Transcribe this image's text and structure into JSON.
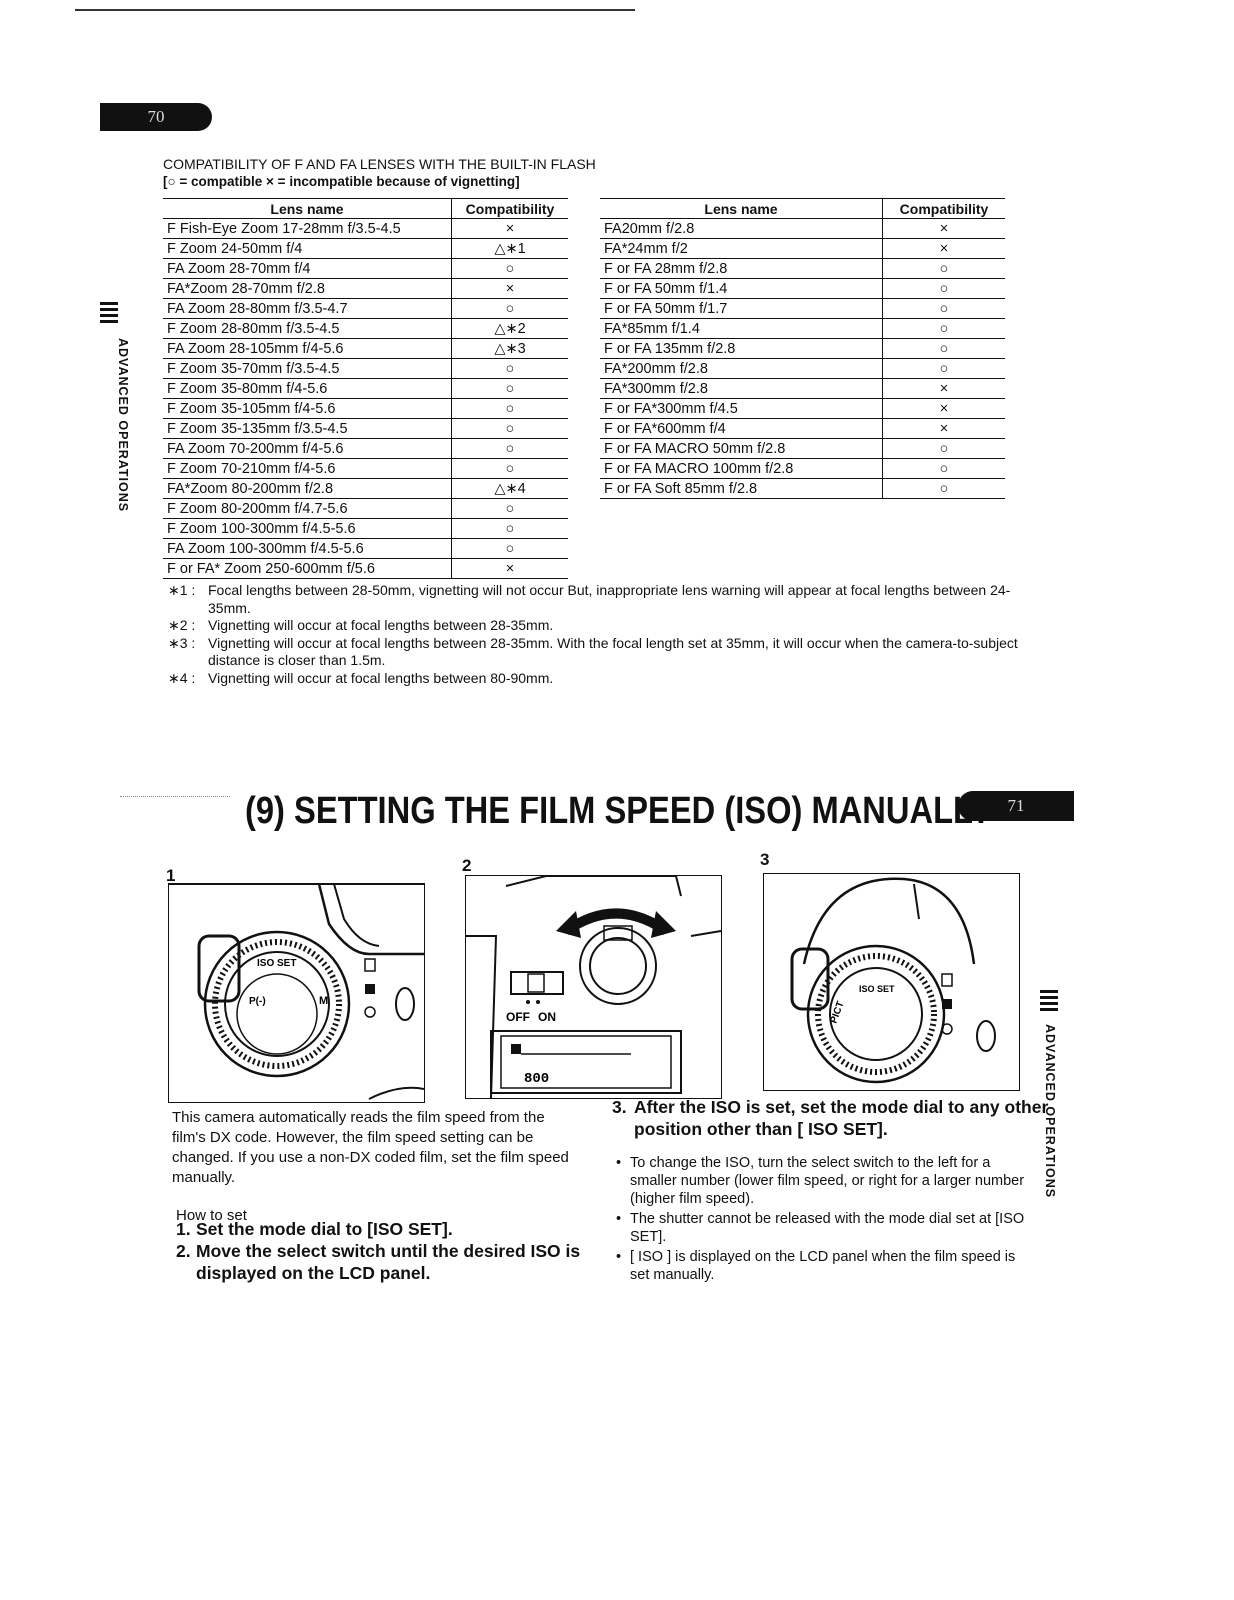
{
  "page_left": {
    "page_number": "70",
    "caption_title": "COMPATIBILITY OF F AND FA LENSES WITH THE BUILT-IN FLASH",
    "legend": "[○ = compatible   × = incompatible because of vignetting]",
    "table_left": {
      "headers": [
        "Lens name",
        "Compatibility"
      ],
      "rows": [
        [
          "F Fish-Eye Zoom 17-28mm f/3.5-4.5",
          "×"
        ],
        [
          "F Zoom 24-50mm f/4",
          "△∗1"
        ],
        [
          "FA Zoom 28-70mm f/4",
          "○"
        ],
        [
          "FA*Zoom 28-70mm f/2.8",
          "×"
        ],
        [
          "FA Zoom 28-80mm f/3.5-4.7",
          "○"
        ],
        [
          "F Zoom 28-80mm f/3.5-4.5",
          "△∗2"
        ],
        [
          "FA Zoom 28-105mm f/4-5.6",
          "△∗3"
        ],
        [
          "F Zoom 35-70mm f/3.5-4.5",
          "○"
        ],
        [
          "F Zoom 35-80mm f/4-5.6",
          "○"
        ],
        [
          "F Zoom 35-105mm f/4-5.6",
          "○"
        ],
        [
          "F Zoom 35-135mm f/3.5-4.5",
          "○"
        ],
        [
          "FA Zoom 70-200mm f/4-5.6",
          "○"
        ],
        [
          "F Zoom 70-210mm f/4-5.6",
          "○"
        ],
        [
          "FA*Zoom 80-200mm f/2.8",
          "△∗4"
        ],
        [
          "F Zoom 80-200mm f/4.7-5.6",
          "○"
        ],
        [
          "F Zoom 100-300mm f/4.5-5.6",
          "○"
        ],
        [
          "FA Zoom 100-300mm f/4.5-5.6",
          "○"
        ],
        [
          "F or FA* Zoom 250-600mm  f/5.6",
          "×"
        ]
      ]
    },
    "table_right": {
      "headers": [
        "Lens name",
        "Compatibility"
      ],
      "rows": [
        [
          "FA20mm f/2.8",
          "×"
        ],
        [
          "FA*24mm f/2",
          "×"
        ],
        [
          "F or FA 28mm f/2.8",
          "○"
        ],
        [
          "F or FA 50mm f/1.4",
          "○"
        ],
        [
          "F or FA 50mm f/1.7",
          "○"
        ],
        [
          "FA*85mm f/1.4",
          "○"
        ],
        [
          "F or FA 135mm f/2.8",
          "○"
        ],
        [
          "FA*200mm f/2.8",
          "○"
        ],
        [
          "FA*300mm f/2.8",
          "×"
        ],
        [
          "F or FA*300mm f/4.5",
          "×"
        ],
        [
          "F or FA*600mm f/4",
          "×"
        ],
        [
          "F or FA MACRO 50mm f/2.8",
          "○"
        ],
        [
          "F or FA MACRO 100mm f/2.8",
          "○"
        ],
        [
          "F or FA Soft 85mm f/2.8",
          "○"
        ]
      ]
    },
    "footnotes": [
      {
        "num": "∗1 :",
        "text": "Focal lengths between 28-50mm, vignetting will not occur But, inappropriate lens warning will appear at focal lengths between 24-35mm."
      },
      {
        "num": "∗2 :",
        "text": "Vignetting will occur at focal lengths between 28-35mm."
      },
      {
        "num": "∗3 :",
        "text": "Vignetting will occur at focal lengths between 28-35mm. With the focal length set at 35mm, it will occur when the camera-to-subject distance is closer than 1.5m."
      },
      {
        "num": "∗4 :",
        "text": "Vignetting will occur at focal lengths between 80-90mm."
      }
    ],
    "side_label": "ADVANCED OPERATIONS"
  },
  "page_right": {
    "page_number": "71",
    "heading": "(9) SETTING THE FILM SPEED (ISO) MANUALLY",
    "figures": [
      {
        "num": "1",
        "labels": [
          "ISO SET",
          "P(-)",
          "M"
        ]
      },
      {
        "num": "2",
        "labels": [
          "OFF",
          "ON",
          "800"
        ]
      },
      {
        "num": "3",
        "labels": [
          "PICT",
          "ISO SET"
        ]
      }
    ],
    "intro": "This camera automatically reads the film speed from the film's DX code. However, the film speed setting can be changed. If you use a non-DX coded film, set the film speed manually.",
    "how_to_set": "How to set",
    "steps": [
      {
        "num": "1.",
        "text": "Set the mode dial to [ISO SET]."
      },
      {
        "num": "2.",
        "text": "Move the select switch until the desired ISO is displayed on the LCD panel."
      }
    ],
    "step3": {
      "num": "3.",
      "text": "After the ISO is set, set the mode dial to any other position other than [ ISO SET]."
    },
    "bullets": [
      "To change the ISO, turn the select switch to the left for a smaller number (lower film speed, or right for a larger number (higher film speed).",
      "The shutter cannot be released with the mode dial set at [ISO SET].",
      "[ ISO ] is displayed on the LCD panel when the film speed is set manually."
    ],
    "side_label": "ADVANCED OPERATIONS"
  }
}
